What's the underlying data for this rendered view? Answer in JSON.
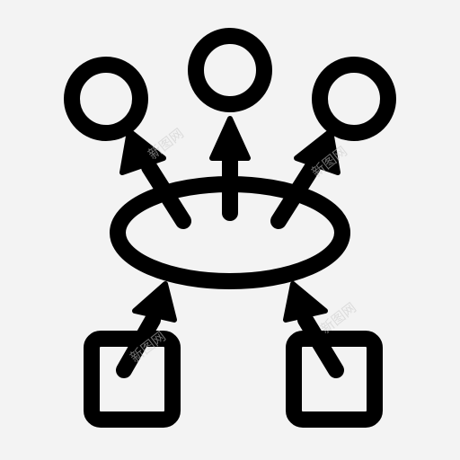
{
  "background": "#f3f3f3",
  "stroke_color": "#000000",
  "icon": {
    "name": "distribution-network-icon",
    "parts": [
      "top-left-node",
      "top-center-node",
      "top-right-node",
      "central-hub",
      "bottom-left-square",
      "bottom-right-square"
    ]
  },
  "watermark": {
    "text": "新图网",
    "color": "#c9c9c9"
  }
}
